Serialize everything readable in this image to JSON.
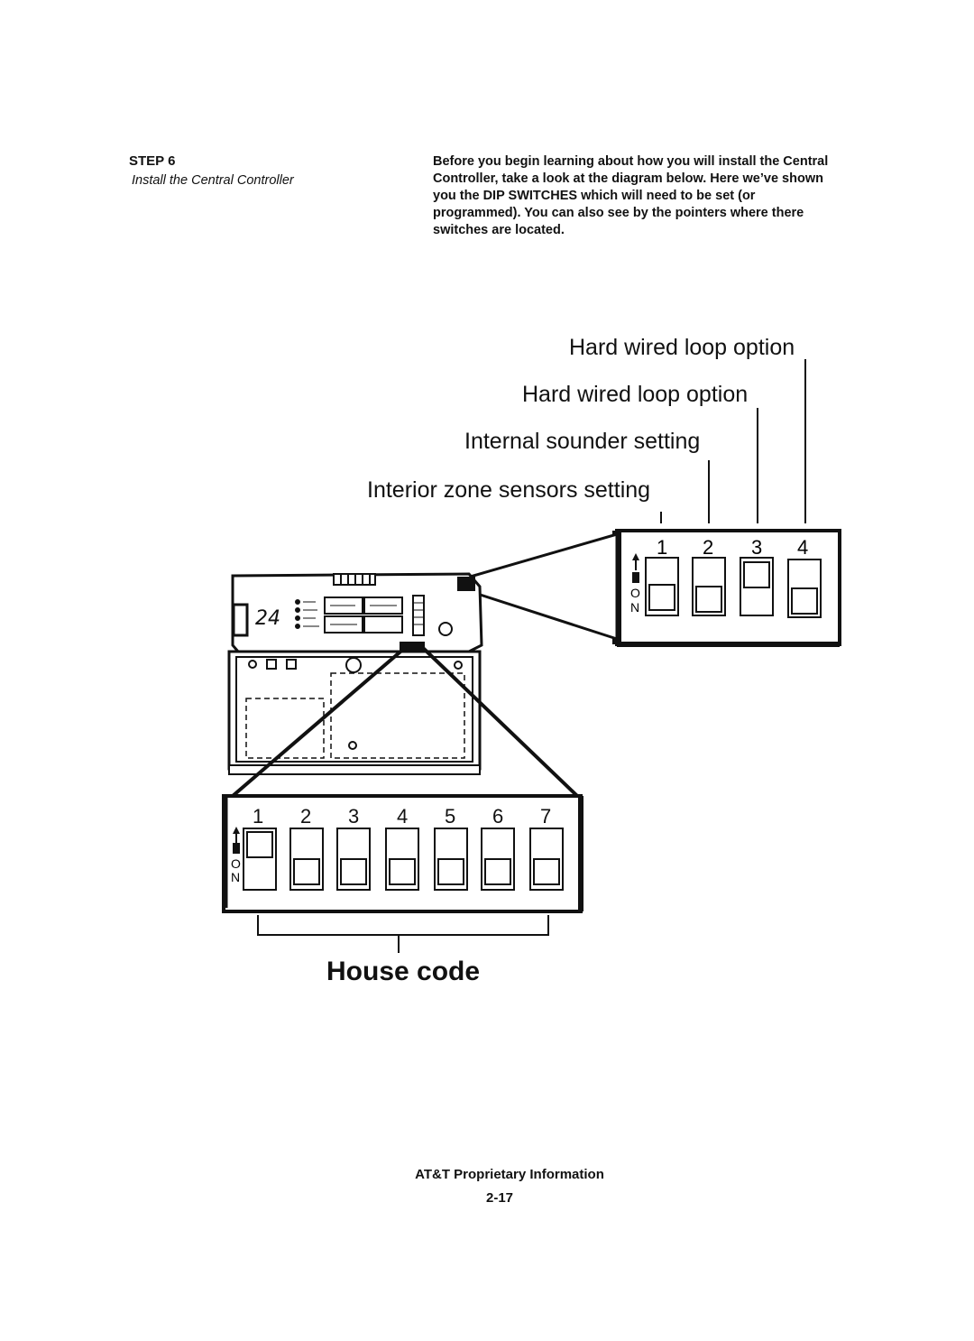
{
  "step": {
    "title": "STEP 6",
    "subtitle": "Install the Central  Controller"
  },
  "intro_lines": [
    "Before you begin learning about how you will install the Central",
    "Controller, take a look at the diagram below. Here we’ve shown",
    "you the DIP SWITCHES which  will need to be set (or",
    "programmed). You can also see by the pointers where there",
    "switches are located."
  ],
  "diagram": {
    "labels": {
      "loop_option_1": "Hard wired loop option",
      "loop_option_2": "Hard wired loop option",
      "internal_sounder": "Internal sounder setting",
      "interior_zone": "Interior zone sensors setting",
      "house_code": "House code"
    },
    "top_switch_numbers": [
      "1",
      "2",
      "3",
      "4"
    ],
    "bottom_switch_numbers": [
      "1",
      "2",
      "3",
      "4",
      "5",
      "6",
      "7"
    ],
    "on_label": "ON",
    "display_digits": "24"
  },
  "footer": {
    "proprietary": "AT&T Proprietary Information",
    "page_number": "2-17"
  }
}
